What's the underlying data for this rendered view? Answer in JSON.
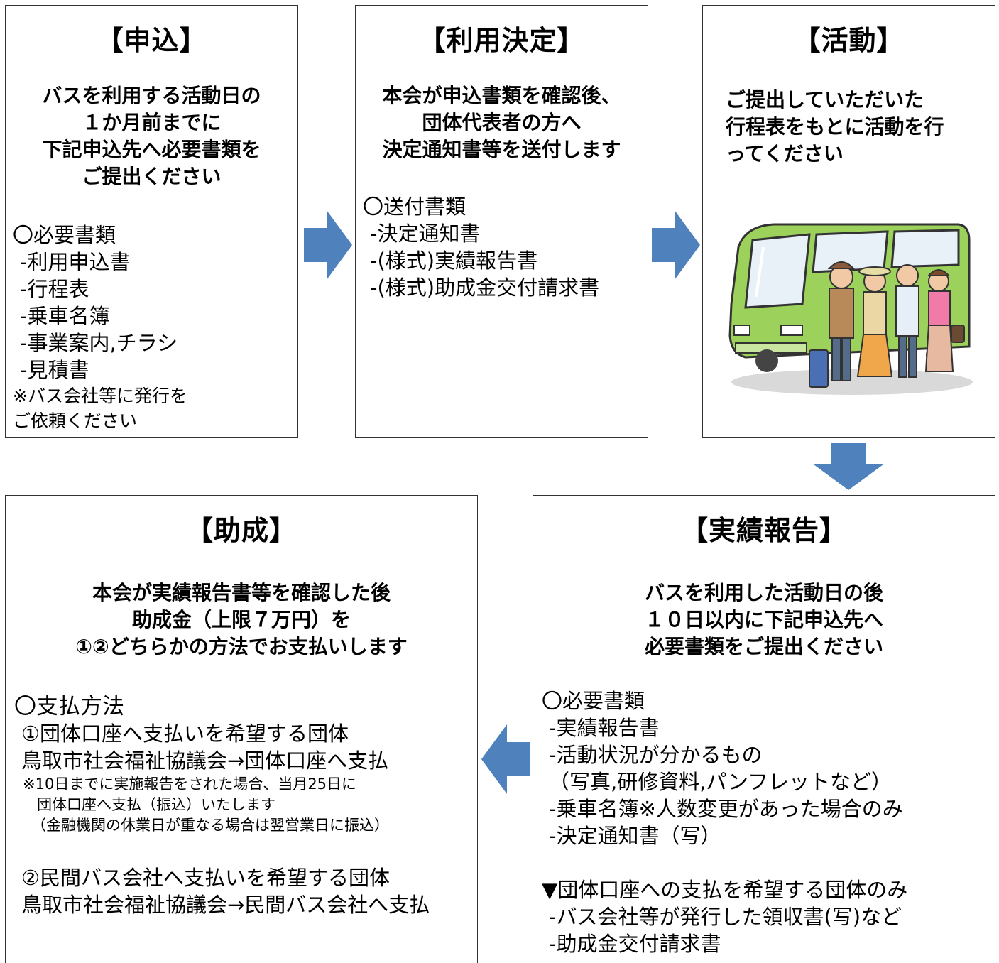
{
  "step1": {
    "title": "【申込】",
    "lead": [
      "バスを利用する活動日の",
      "１か月前までに",
      "下記申込先へ必要書類を",
      "ご提出ください"
    ],
    "header": "〇必要書類",
    "items": [
      "-利用申込書",
      "-行程表",
      "-乗車名簿",
      "-事業案内,チラシ",
      "-見積書"
    ],
    "note": [
      "※バス会社等に発行を",
      "ご依頼ください"
    ]
  },
  "step2": {
    "title": "【利用決定】",
    "lead": [
      "本会が申込書類を確認後、",
      "団体代表者の方へ",
      "決定通知書等を送付します"
    ],
    "header": "〇送付書類",
    "items": [
      "-決定通知書",
      "-(様式)実績報告書",
      "-(様式)助成金交付請求書"
    ]
  },
  "step3": {
    "title": "【活動】",
    "lead": [
      "ご提出していただいた",
      "行程表をもとに活動を行",
      "ってください"
    ]
  },
  "step4": {
    "title": "【実績報告】",
    "lead": [
      "バスを利用した活動日の後",
      "１０日以内に下記申込先へ",
      "必要書類をご提出ください"
    ],
    "header": "〇必要書類",
    "items": [
      "-実績報告書",
      "-活動状況が分かるもの",
      "（写真,研修資料,パンフレットなど）",
      "-乗車名簿※人数変更があった場合のみ",
      "-決定通知書（写）"
    ],
    "header2": "▼団体口座への支払を希望する団体のみ",
    "items2": [
      "-バス会社等が発行した領収書(写)など",
      "-助成金交付請求書"
    ]
  },
  "step5": {
    "title": "【助成】",
    "lead": [
      "本会が実績報告書等を確認した後",
      "助成金（上限７万円）を",
      "①②どちらかの方法でお支払いします"
    ],
    "header": "〇支払方法",
    "opt1": [
      "①団体口座へ支払いを希望する団体",
      "鳥取市社会福祉協議会→団体口座へ支払"
    ],
    "opt1_note": [
      "※10日までに実施報告をされた場合、当月25日に",
      "団体口座へ支払（振込）いたします",
      "（金融機関の休業日が重なる場合は翌営業日に振込）"
    ],
    "opt2": [
      "②民間バス会社へ支払いを希望する団体",
      "鳥取市社会福祉協議会→民間バス会社へ支払"
    ]
  },
  "colors": {
    "arrow": "#4f81bd",
    "bus": "#9cd15c",
    "border": "#333333"
  }
}
